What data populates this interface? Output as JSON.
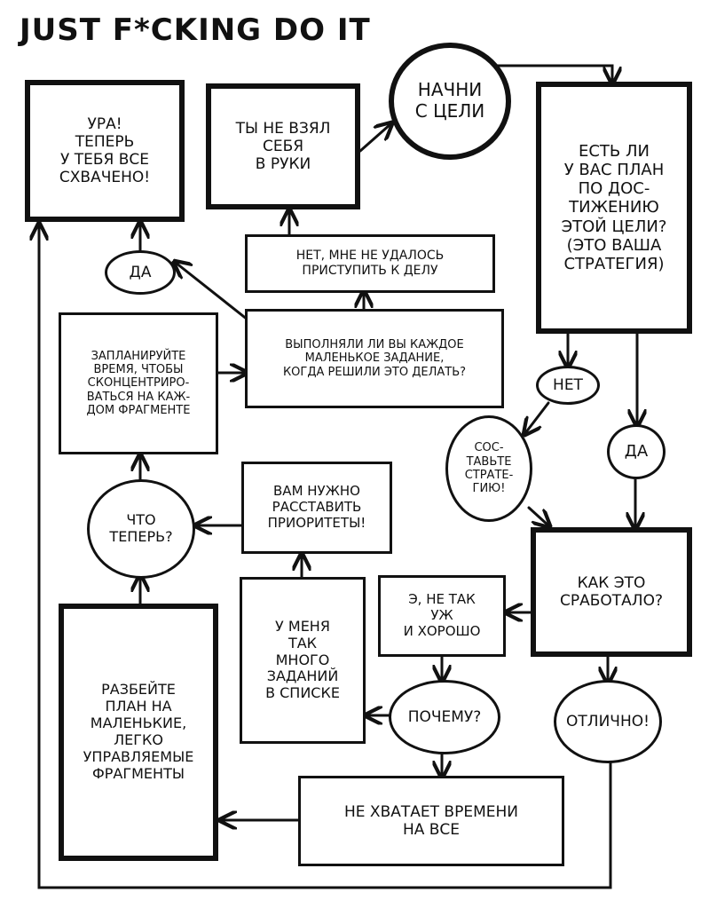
{
  "title": "JUST F*CKING DO IT",
  "nodes": {
    "start": "НАЧНИ\nС ЦЕЛИ",
    "plan_question": "ЕСТЬ ЛИ\nУ ВАС ПЛАН\nПО ДОС-\nТИЖЕНИЮ\nЭТОЙ ЦЕЛИ?\n(ЭТО ВАША\nСТРАТЕГИЯ)",
    "no_plan": "НЕТ",
    "yes_plan": "ДА",
    "make_strategy": "СОС-\nТАВЬТЕ\nСТРАТЕ-\nГИЮ!",
    "how_worked": "КАК ЭТО\nСРАБОТАЛО?",
    "great": "ОТЛИЧНО!",
    "not_so_good": "Э, НЕ ТАК\nУЖ\nИ ХОРОШО",
    "why": "ПОЧЕМУ?",
    "no_time": "НЕ ХВАТАЕТ ВРЕМЕНИ\nНА ВСЕ",
    "too_many": "У МЕНЯ\nТАК\nМНОГО\nЗАДАНИЙ\nВ СПИСКЕ",
    "prioritize": "ВАМ НУЖНО\nРАССТАВИТЬ\nПРИОРИТЕТЫ!",
    "break_plan": "РАЗБЕЙТЕ\nПЛАН НА\nМАЛЕНЬКИЕ,\nЛЕГКО\nУПРАВЛЯЕМЫЕ\nФРАГМЕНТЫ",
    "what_now": "ЧТО\nТЕПЕРЬ?",
    "schedule": "ЗАПЛАНИРУЙТЕ\nВРЕМЯ, ЧТОБЫ\nСКОНЦЕНТРИРО-\nВАТЬСЯ НА КАЖ-\nДОМ ФРАГМЕНТЕ",
    "did_tasks": "ВЫПОЛНЯЛИ ЛИ ВЫ КАЖДОЕ\nМАЛЕНЬКОЕ ЗАДАНИЕ,\nКОГДА РЕШИЛИ ЭТО ДЕЛАТЬ?",
    "yes_done": "ДА",
    "no_fail": "НЕТ, МНЕ НЕ УДАЛОСЬ\nПРИСТУПИТЬ К ДЕЛУ",
    "not_together": "ТЫ НЕ ВЗЯЛ\nСЕБЯ\nВ РУКИ",
    "hooray": "УРА!\nТЕПЕРЬ\nУ ТЕБЯ ВСЕ\nСХВАЧЕНО!"
  }
}
